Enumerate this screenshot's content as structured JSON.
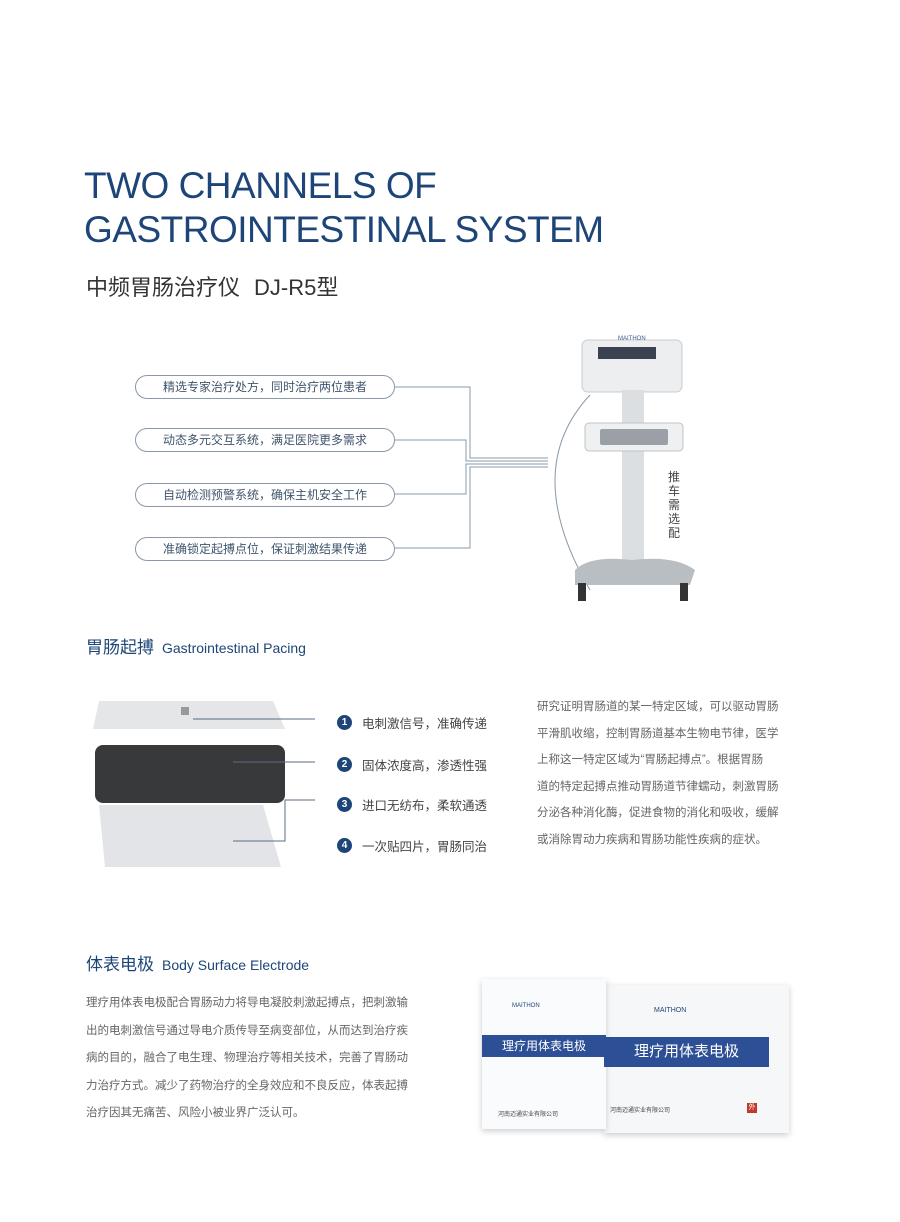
{
  "header": {
    "title_line1": "TWO CHANNELS OF",
    "title_line2": "GASTROINTESTINAL SYSTEM",
    "subtitle_cn": "中频胃肠治疗仪",
    "model": "DJ-R5型"
  },
  "features": [
    "精选专家治疗处方，同时治疗两位患者",
    "动态多元交互系统，满足医院更多需求",
    "自动检测预警系统，确保主机安全工作",
    "准确锁定起搏点位，保证刺激结果传递"
  ],
  "device": {
    "brand": "MAITHON",
    "note": "推车需选配"
  },
  "pacing": {
    "title_cn": "胃肠起搏",
    "title_en": "Gastrointestinal Pacing",
    "layers": [
      {
        "n": "1",
        "text": "电刺激信号，准确传递"
      },
      {
        "n": "2",
        "text": "固体浓度高，渗透性强"
      },
      {
        "n": "3",
        "text": "进口无纺布，柔软通透"
      },
      {
        "n": "4",
        "text": "一次贴四片，胃肠同治"
      }
    ],
    "lines": [
      "研究证明胃肠道的某一特定区域，可以驱动胃肠",
      "平滑肌收缩，控制胃肠道基本生物电节律，医学",
      "上称这一特定区域为“胃肠起搏点”。根据胃肠",
      "道的特定起搏点推动胃肠道节律蠕动，刺激胃肠",
      "分泌各种消化酶，促进食物的消化和吸收，缓解",
      "或消除胃动力疾病和胃肠功能性疾病的症状。"
    ]
  },
  "electrode": {
    "title_cn": "体表电极",
    "title_en": "Body Surface Electrode",
    "lines": [
      "理疗用体表电极配合胃肠动力将导电凝胶刺激起搏点，把刺激输",
      "出的电刺激信号通过导电介质传导至病变部位，从而达到治疗疾",
      "病的目的，融合了电生理、物理治疗等相关技术，完善了胃肠动",
      "力治疗方式。减少了药物治疗的全身效应和不良反应，体表起搏",
      "治疗因其无痛苦、风险小被业界广泛认可。"
    ],
    "product": {
      "brand": "MAITHON",
      "name": "理疗用体表电极",
      "company": "河南迈通实业有限公司",
      "badge": "外"
    }
  },
  "colors": {
    "brand": "#1d4577"
  }
}
